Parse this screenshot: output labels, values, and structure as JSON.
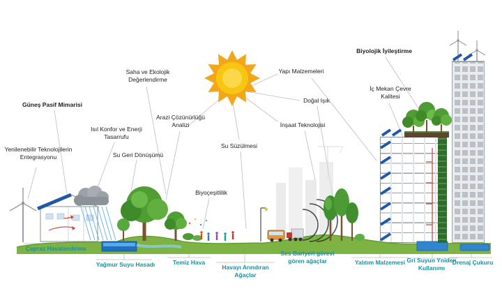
{
  "annotations": {
    "gunes_pasif_mimarisi": "Güneş Pasif Mimarisi",
    "yenilenebilir_teknolojiler": "Yenilenebilir Teknolojilerin Entegrasyonu",
    "isil_konfor": "Isıl Konfor ve Enerji Tasarrufu",
    "su_geri_donusumu": "Su Geri Dönüşümü",
    "saha_ekolojik": "Saha ve Ekolojik Değerlendirme",
    "arazi_cozunurlugu": "Arazi Çözünürlüğü Analizi",
    "su_suzulmesi": "Su Süzülmesi",
    "biyocesitlilik": "Biyoçeşitlilik",
    "yapi_malzemeleri": "Yapı Malzemeleri",
    "dogal_isik": "Doğal Işık",
    "insaat_teknolojisi": "İnşaat Teknolojisi",
    "biyolojik_iyilestirme": "Biyolojik İyileştirme",
    "ic_mekan_cevre_kalitesi": "İç Mekan Çevre Kalitesi",
    "capraz_havalandirma": "Çapraz Havalandırma",
    "yagmur_suyu_hasadi": "Yağmur Suyu Hasadı",
    "temiz_hava": "Temiz Hava",
    "havayi_arindiran_agaclar": "Havayı Arındıran Ağaçlar",
    "ses_bariyeri": "Ses Bariyeri görevi gören ağaçlar",
    "yalitim_malzemesi": "Yalıtım Malzemesi",
    "gri_suyun": "Gri Suyun Yniden Kullanımı",
    "drenaj_cukuru": "Drenaj Çukuru"
  },
  "colors": {
    "label_text": "#1d1d1b",
    "teal_text": "#1591a3",
    "sun": "#f7b52c",
    "solar_panel": "#2058a8",
    "grass": "#7cb342",
    "water": "#2f86cf"
  }
}
